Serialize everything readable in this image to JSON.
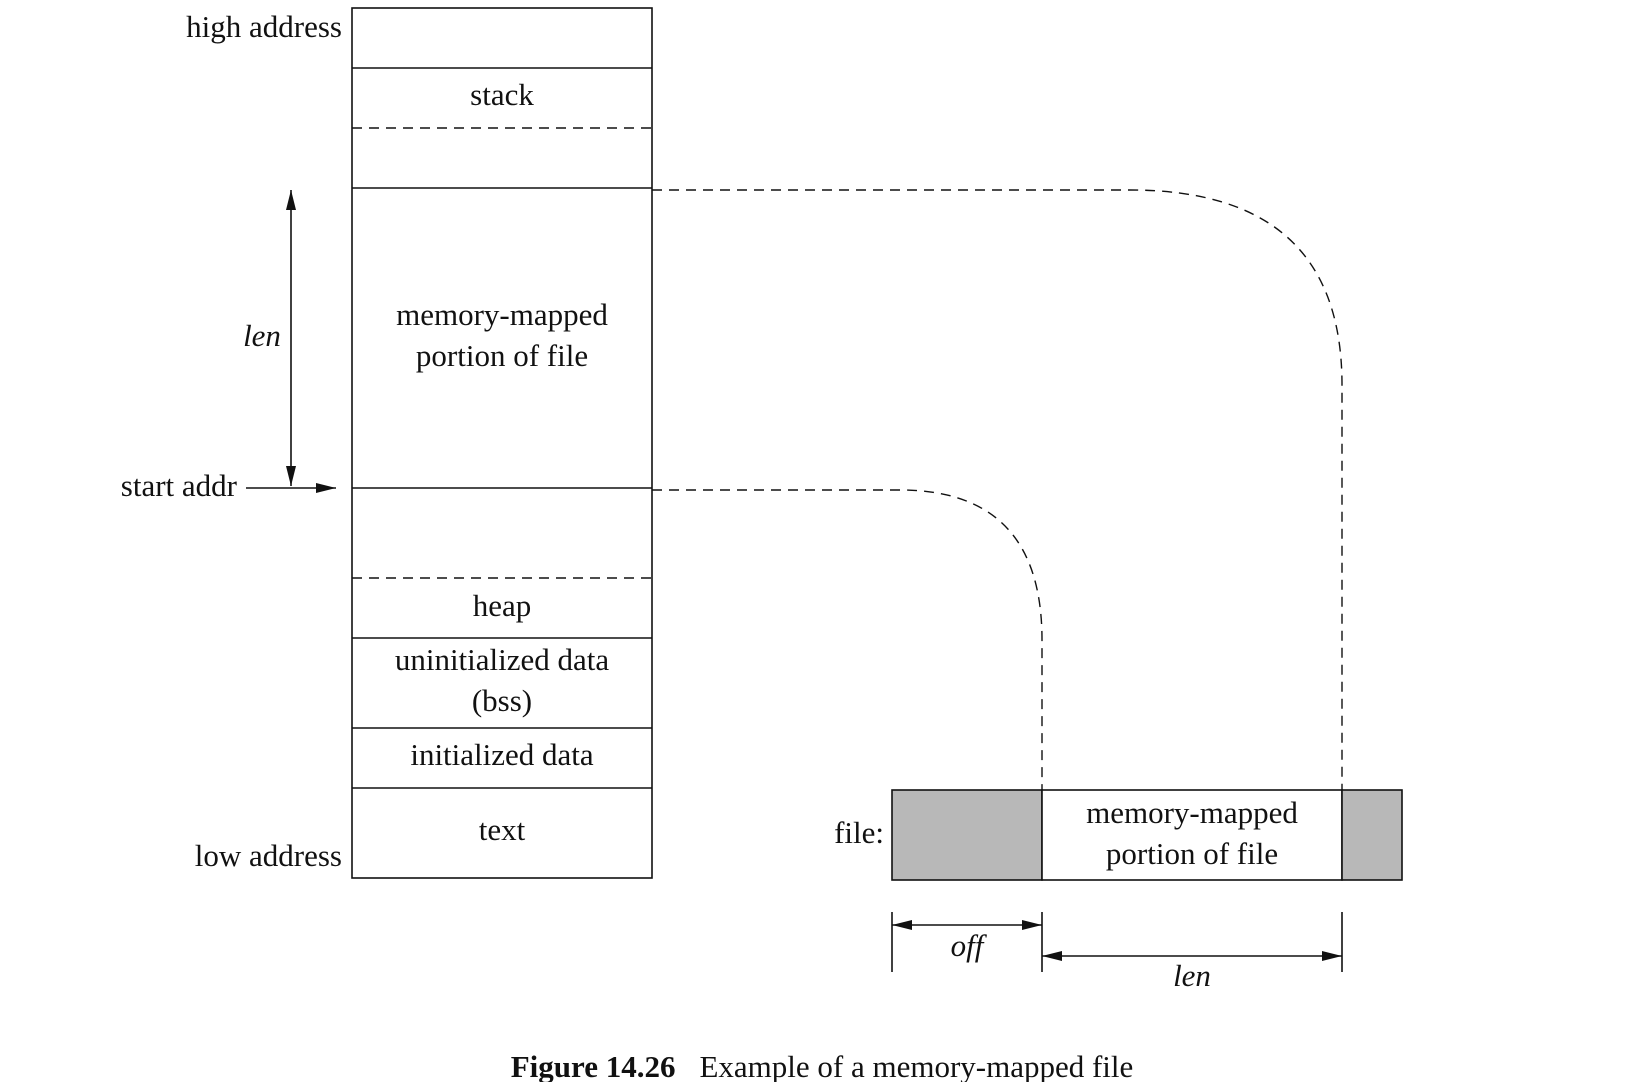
{
  "labels": {
    "high_address": "high address",
    "low_address": "low address",
    "start_addr": "start addr",
    "len_left": "len",
    "file_label": "file:",
    "off": "off",
    "len_bottom": "len"
  },
  "memory_segments": {
    "stack": "stack",
    "mapped_line1": "memory-mapped",
    "mapped_line2": "portion of file",
    "heap": "heap",
    "bss_line1": "uninitialized data",
    "bss_line2": "(bss)",
    "init_data": "initialized data",
    "text": "text"
  },
  "file_segment": {
    "mapped_line1": "memory-mapped",
    "mapped_line2": "portion of file"
  },
  "caption": {
    "number": "Figure 14.26",
    "text": "Example of a memory-mapped file"
  },
  "colors": {
    "shaded": "#b8b8b8",
    "stroke": "#111111"
  }
}
